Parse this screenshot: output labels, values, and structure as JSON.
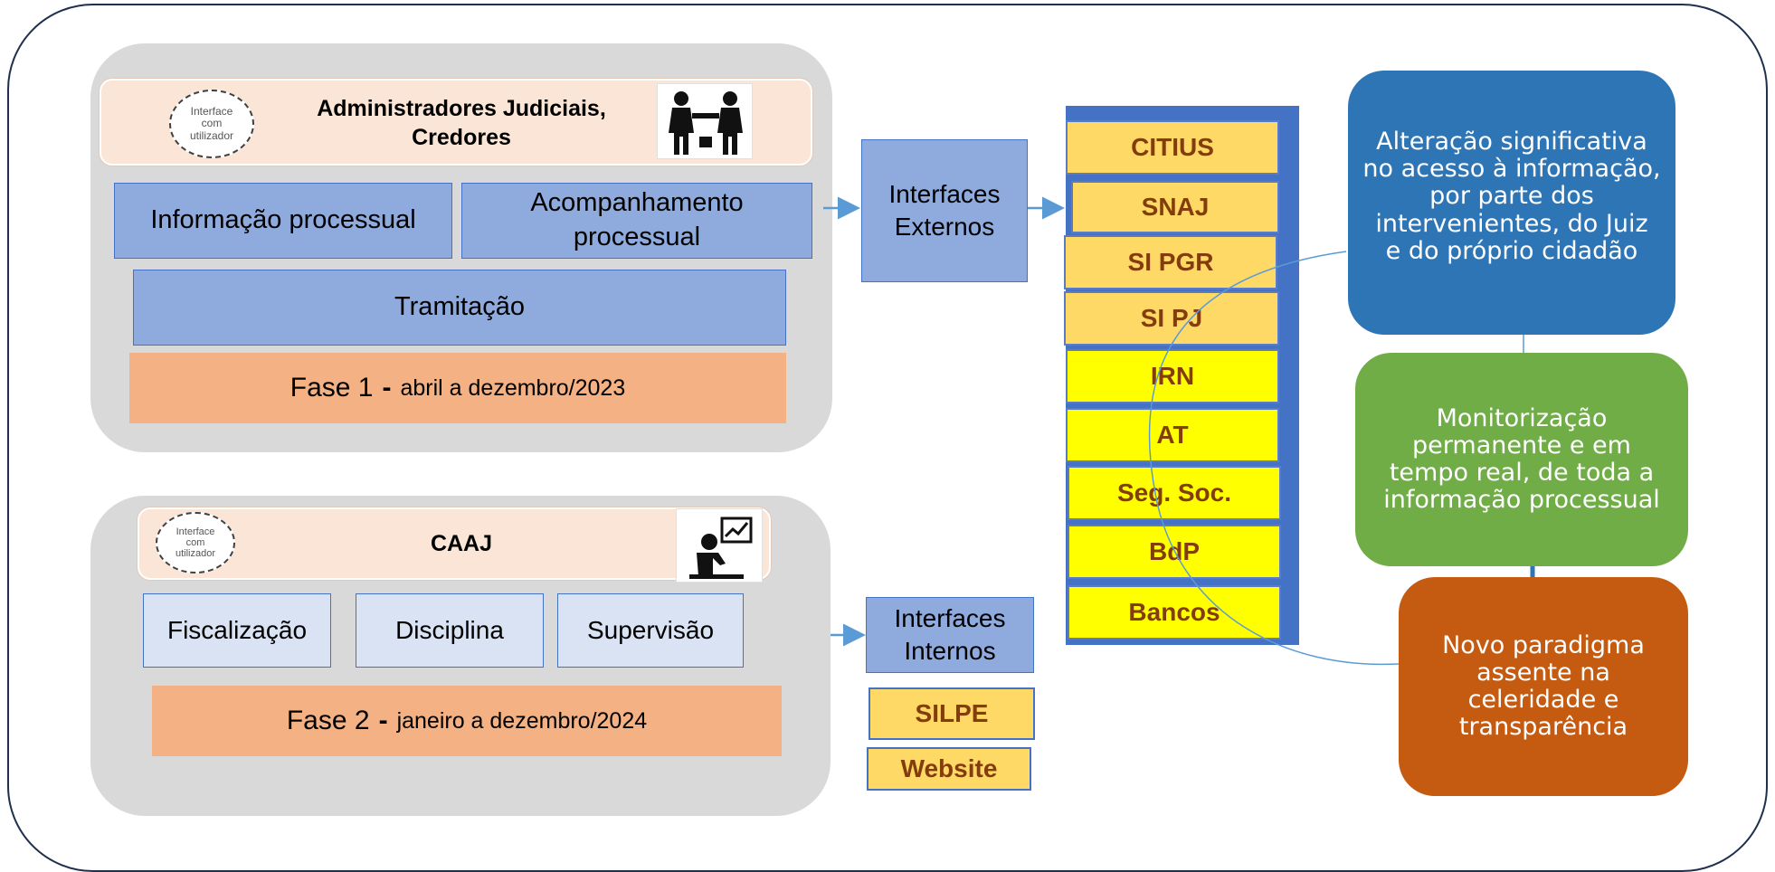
{
  "colors": {
    "frame": "#1f2f4e",
    "panel": "#d9d9d9",
    "header": "#fbe5d6",
    "blue_box": "#8faadc",
    "light_blue_box": "#dae3f3",
    "phase": "#f4b183",
    "system_orange": "#ffd966",
    "system_yellow": "#ffff00",
    "system_text": "#843c0c",
    "arrow": "#5b9bd5",
    "box_blue": "#2e75b6",
    "box_green": "#70ad47",
    "box_orange": "#c55a11"
  },
  "phase1": {
    "icon_label": [
      "Interface",
      "com",
      "utilizador"
    ],
    "icon_picture": "handshake-icon",
    "header_line1": "Administradores Judiciais,",
    "header_line2": "Credores",
    "info": "Informação processual",
    "acomp_line1": "Acompanhamento",
    "acomp_line2": "processual",
    "tramitacao": "Tramitação",
    "phase_main": "Fase 1",
    "phase_dash": "-",
    "phase_period": "abril a dezembro/2023"
  },
  "phase2": {
    "icon_label": [
      "Interface",
      "com",
      "utilizador"
    ],
    "icon_picture": "person-chart-icon",
    "header": "CAAJ",
    "fiscalizacao": "Fiscalização",
    "disciplina": "Disciplina",
    "supervisao": "Supervisão",
    "phase_main": "Fase 2",
    "phase_dash": "-",
    "phase_period": "janeiro a dezembro/2024"
  },
  "interfaces_externos": [
    "Interfaces",
    "Externos"
  ],
  "interfaces_internos": [
    "Interfaces",
    "Internos"
  ],
  "external_systems": [
    {
      "label": "CITIUS",
      "style": "orange"
    },
    {
      "label": "SNAJ",
      "style": "orange"
    },
    {
      "label": "SI PGR",
      "style": "orange"
    },
    {
      "label": "SI PJ",
      "style": "orange"
    },
    {
      "label": "IRN",
      "style": "yellow"
    },
    {
      "label": "AT",
      "style": "yellow"
    },
    {
      "label": "Seg. Soc.",
      "style": "yellow"
    },
    {
      "label": "BdP",
      "style": "yellow"
    },
    {
      "label": "Bancos",
      "style": "yellow"
    }
  ],
  "internal_systems": [
    "SILPE",
    "Website"
  ],
  "outcomes": {
    "blue": [
      "Alteração significativa",
      "no acesso à informação,",
      "por parte dos",
      "intervenientes, do Juiz",
      "e do próprio cidadão"
    ],
    "green": [
      "Monitorização",
      "permanente e em",
      "tempo real, de toda a",
      "informação processual"
    ],
    "orange": [
      "Novo paradigma",
      "assente na",
      "celeridade e",
      "transparência"
    ]
  }
}
